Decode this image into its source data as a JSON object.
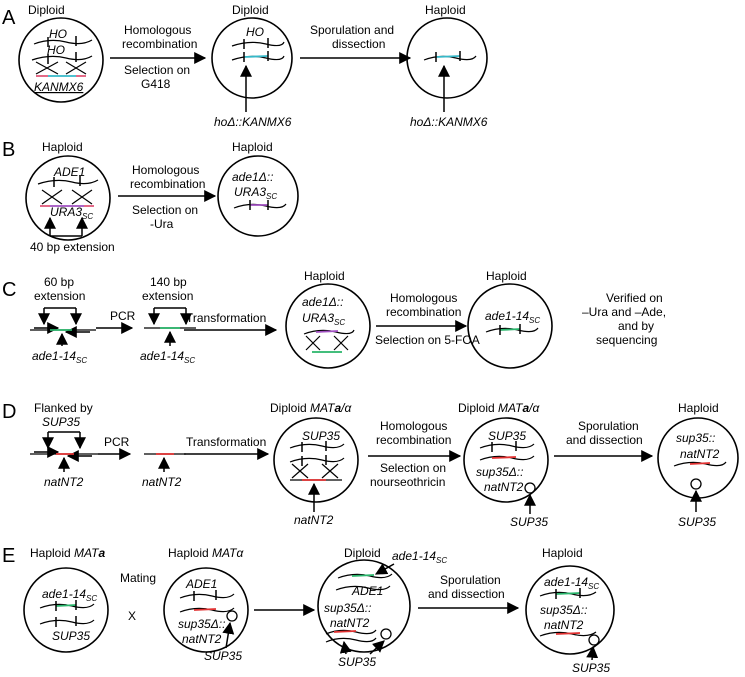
{
  "panels": {
    "A": "A",
    "B": "B",
    "C": "C",
    "D": "D",
    "E": "E"
  },
  "A": {
    "cell1_title": "Diploid",
    "gene1": "HO",
    "gene2": "HO",
    "marker": "KANMX6",
    "arrow1_line1": "Homologous",
    "arrow1_line2": "recombination",
    "arrow1_line3": "Selection on",
    "arrow1_line4": "G418",
    "cell2_title": "Diploid",
    "cell2_gene": "HO",
    "cell2_label": "hoΔ::KANMX6",
    "arrow2_line1": "Sporulation and",
    "arrow2_line2": "dissection",
    "cell3_title": "Haploid",
    "cell3_label": "hoΔ::KANMX6"
  },
  "B": {
    "cell1_title": "Haploid",
    "gene": "ADE1",
    "marker": "URA3",
    "marker_sub": "SC",
    "ext": "40 bp extension",
    "arrow_line1": "Homologous",
    "arrow_line2": "recombination",
    "arrow_line3": "Selection on",
    "arrow_line4": "-Ura",
    "cell2_title": "Haploid",
    "cell2_l1": "ade1Δ::",
    "cell2_l2": "URA3",
    "cell2_l2_sub": "SC"
  },
  "C": {
    "ext1_l1": "60 bp",
    "ext1_l2": "extension",
    "pcr": "PCR",
    "allele1": "ade1-14",
    "allele1_sub": "SC",
    "ext2_l1": "140 bp",
    "ext2_l2": "extension",
    "allele2": "ade1-14",
    "allele2_sub": "SC",
    "transformation": "Transformation",
    "cell1_title": "Haploid",
    "cell1_l1": "ade1Δ::",
    "cell1_l2": "URA3",
    "cell1_l2_sub": "SC",
    "arrow_line1": "Homologous",
    "arrow_line2": "recombination",
    "arrow_line3": "Selection on 5-FOA",
    "cell2_title": "Haploid",
    "cell2_allele": "ade1-14",
    "cell2_allele_sub": "SC",
    "verify_l1": "Verified on",
    "verify_l2": "–Ura and –Ade,",
    "verify_l3": "and by",
    "verify_l4": "sequencing"
  },
  "D": {
    "flank_l1": "Flanked by",
    "flank_l2": "SUP35",
    "pcr": "PCR",
    "marker1": "natNT2",
    "marker2": "natNT2",
    "transformation": "Transformation",
    "cell1_title_a": "Diploid ",
    "cell1_title_b": "MAT",
    "cell1_title_c": "a",
    "cell1_title_d": "/α",
    "cell1_gene": "SUP35",
    "cell1_marker": "natNT2",
    "arrow_line1": "Homologous",
    "arrow_line2": "recombination",
    "arrow_line3": "Selection on",
    "arrow_line4": "nourseothricin",
    "cell2_title_a": "Diploid ",
    "cell2_title_b": "MAT",
    "cell2_title_c": "a",
    "cell2_title_d": "/α",
    "cell2_gene": "SUP35",
    "cell2_l1": "sup35Δ::",
    "cell2_l2": "natNT2",
    "cell2_plasmid": "SUP35",
    "arrow2_line1": "Sporulation",
    "arrow2_line2": "and dissection",
    "cell3_title": "Haploid",
    "cell3_l1": "sup35::",
    "cell3_l2": "natNT2",
    "cell3_plasmid": "SUP35"
  },
  "E": {
    "cell1_title_a": "Haploid ",
    "cell1_title_b": "MAT",
    "cell1_title_c": "a",
    "cell1_allele": "ade1-14",
    "cell1_allele_sub": "SC",
    "cell1_gene": "SUP35",
    "mating": "Mating",
    "cross": "X",
    "cell2_title_a": "Haploid ",
    "cell2_title_b": "MATα",
    "cell2_gene": "ADE1",
    "cell2_l1": "sup35Δ::",
    "cell2_l2": "natNT2",
    "cell2_plasmid": "SUP35",
    "cell3_title": "Diploid",
    "cell3_allele": "ade1-14",
    "cell3_allele_sub": "SC",
    "cell3_gene": "ADE1",
    "cell3_l1": "sup35Δ::",
    "cell3_l2": "natNT2",
    "cell3_plasmid": "SUP35",
    "arrow_line1": "Sporulation",
    "arrow_line2": "and dissection",
    "cell4_title": "Haploid",
    "cell4_allele": "ade1-14",
    "cell4_allele_sub": "SC",
    "cell4_l1": "sup35Δ::",
    "cell4_l2": "natNT2",
    "cell4_plasmid": "SUP35"
  },
  "colors": {
    "cyan": "#36b8c8",
    "pink": "#e05a7a",
    "green": "#28b46a",
    "purple": "#a050c0",
    "red": "#e03030"
  }
}
